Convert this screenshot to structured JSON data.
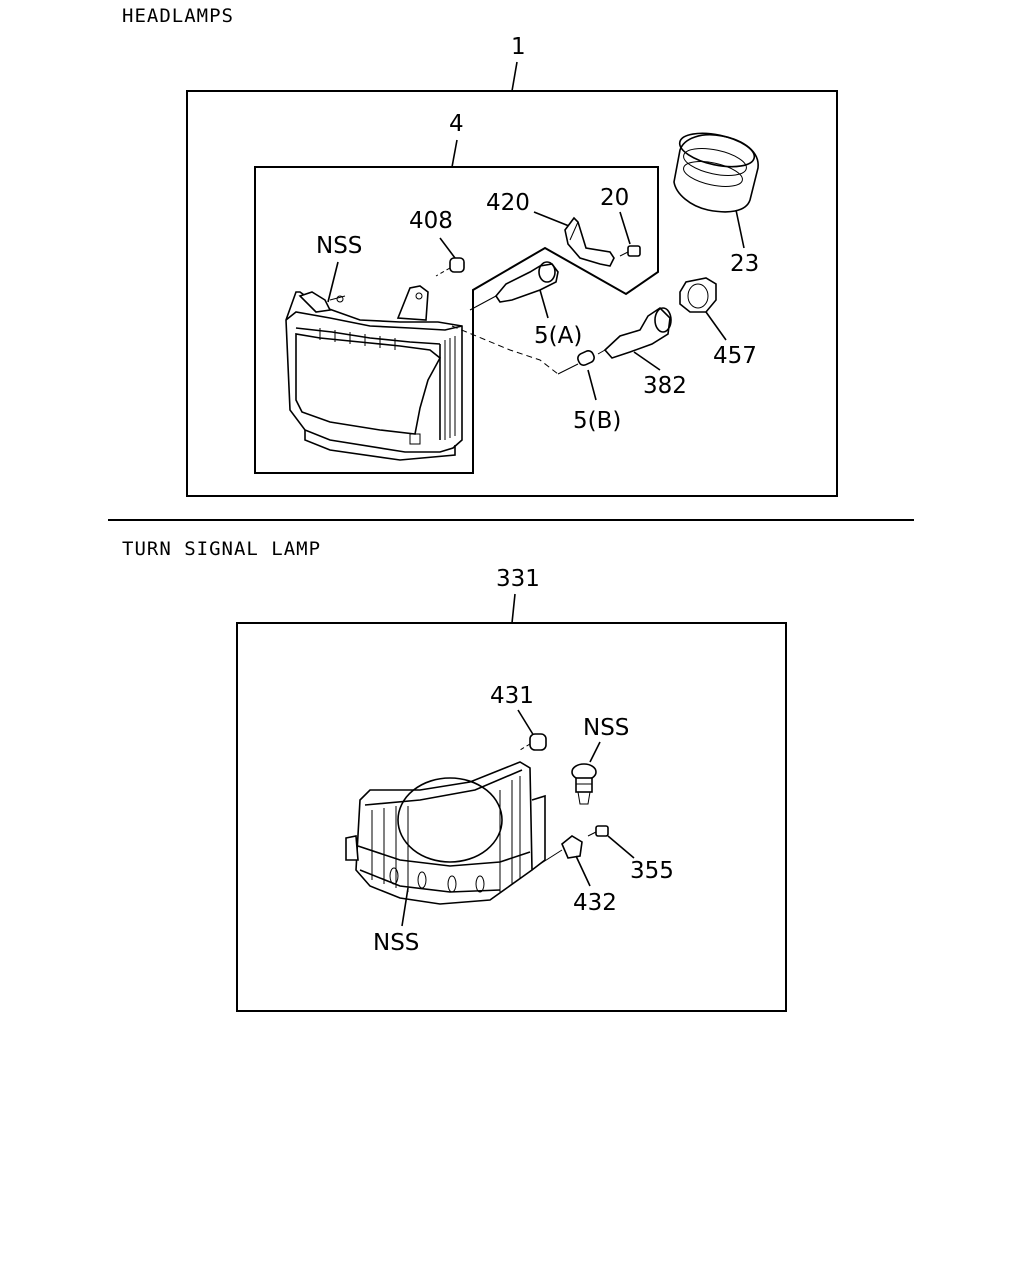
{
  "sections": {
    "headlamps": {
      "title": "HEADLAMPS",
      "callouts": {
        "c1": "1",
        "c4": "4",
        "c408": "408",
        "cNSS": "NSS",
        "c420": "420",
        "c20": "20",
        "c23": "23",
        "c5a": "5(A)",
        "c457": "457",
        "c382": "382",
        "c5b": "5(B)"
      }
    },
    "turn_signal": {
      "title": "TURN SIGNAL LAMP",
      "callouts": {
        "c331": "331",
        "c431": "431",
        "cNSS1": "NSS",
        "c355": "355",
        "c432": "432",
        "cNSS2": "NSS"
      }
    }
  }
}
